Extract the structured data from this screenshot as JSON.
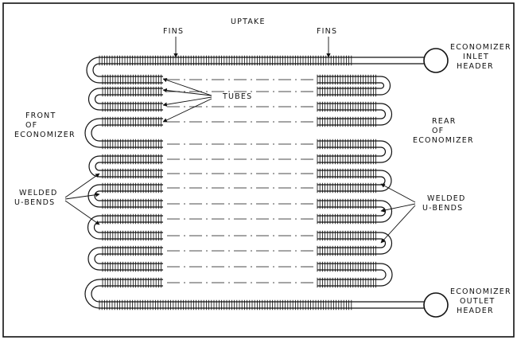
{
  "labels": {
    "uptake": "UPTAKE",
    "fins_left": "FINS",
    "fins_right": "FINS",
    "tubes": "TUBES",
    "front_line1": "FRONT",
    "front_line2": "OF",
    "front_line3": "ECONOMIZER",
    "rear_line1": "REAR",
    "rear_line2": "OF",
    "rear_line3": "ECONOMIZER",
    "welded_left_line1": "WELDED",
    "welded_left_line2": "U-BENDS",
    "welded_right_line1": "WELDED",
    "welded_right_line2": "U-BENDS",
    "inlet_line1": "ECONOMIZER",
    "inlet_line2": "INLET",
    "inlet_line3": "HEADER",
    "outlet_line1": "ECONOMIZER",
    "outlet_line2": "OUTLET",
    "outlet_line3": "HEADER"
  }
}
